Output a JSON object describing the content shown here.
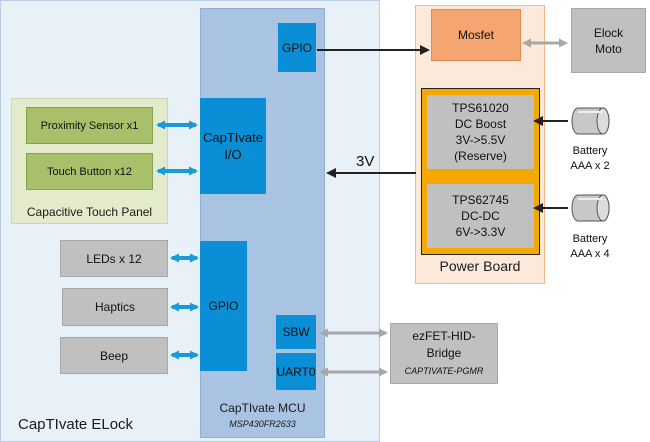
{
  "elock": {
    "title": "CapTIvate ELock"
  },
  "mcu": {
    "title": "CapTIvate MCU",
    "part": "MSP430FR2633"
  },
  "gpio_top": {
    "label": "GPIO"
  },
  "captivate_io": {
    "label": "CapTIvate\nI/O"
  },
  "gpio_main": {
    "label": "GPIO"
  },
  "sbw": {
    "label": "SBW"
  },
  "uart": {
    "label": "UART0"
  },
  "touch_panel": {
    "title": "Capacitive Touch Panel",
    "proximity": "Proximity Sensor x1",
    "touch": "Touch Button x12"
  },
  "peripherals": {
    "leds": "LEDs x 12",
    "haptics": "Haptics",
    "beep": "Beep"
  },
  "power_board": {
    "title": "Power Board",
    "mosfet": "Mosfet",
    "boost": "TPS61020\nDC Boost\n3V->5.5V\n(Reserve)",
    "dcdc": "TPS62745\nDC-DC\n6V->3.3V"
  },
  "elock_motor": {
    "label": "Elock\nMoto"
  },
  "battery1": {
    "label": "Battery\nAAA x 2"
  },
  "battery2": {
    "label": "Battery\nAAA x 4"
  },
  "voltage": {
    "label": "3V"
  },
  "ezfet": {
    "label": "ezFET-HID-\nBridge",
    "sub": "CAPTIVATE-PGMR"
  },
  "colors": {
    "elock_bg": "#e8f0f8",
    "mcu_bg": "#a9c3e2",
    "blue_block": "#0a8fd6",
    "green_panel": "#e3ebcc",
    "green_block": "#a8c06a",
    "gray_block": "#c0c0c0",
    "power_bg": "#fde9d9",
    "mosfet": "#f4a570",
    "orange": "#f5a800",
    "arrow_blue": "#1a9ad6"
  }
}
